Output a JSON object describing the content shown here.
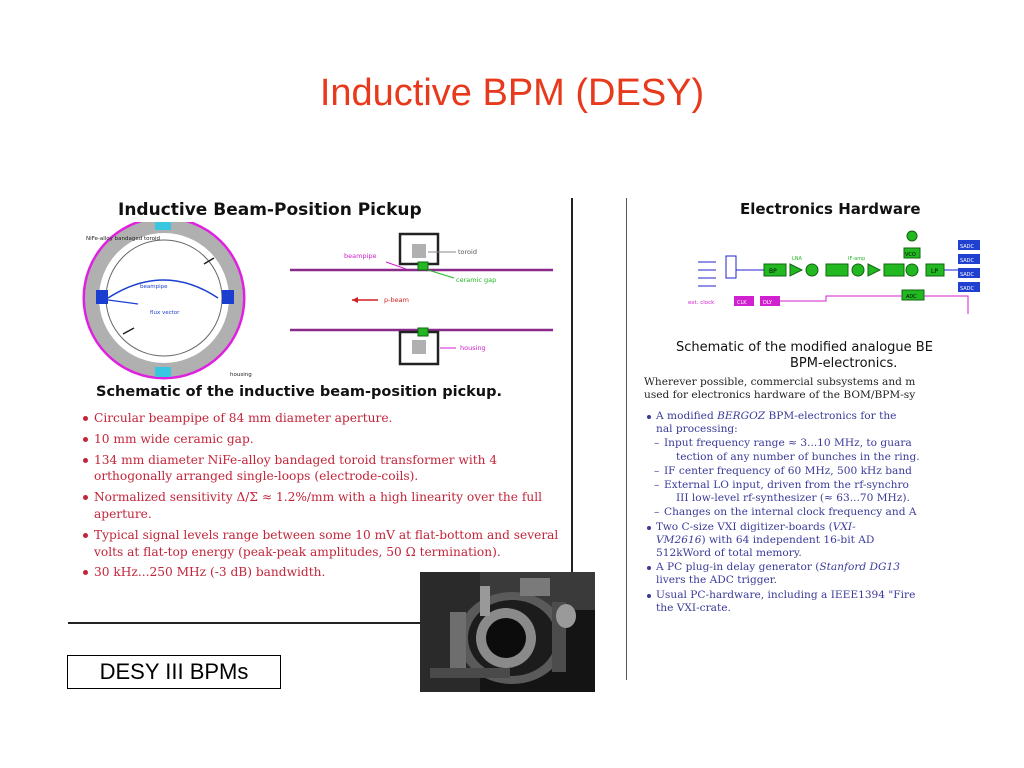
{
  "title": "Inductive BPM (DESY)",
  "label": "DESY III BPMs",
  "left": {
    "heading": "Inductive Beam-Position Pickup",
    "diagram": {
      "nife": "NiFe-alloy bandaged toroid",
      "beampipe_circle": "beampipe",
      "flux": "flux vector",
      "housing_small": "housing",
      "beampipe": "beampipe",
      "toroid": "toroid",
      "ceramic_gap": "ceramic gap",
      "p_beam": "p-beam",
      "housing": "housing"
    },
    "caption": "Schematic of the inductive beam-position pickup.",
    "bullets": [
      "Circular beampipe of 84 mm diameter aperture.",
      "10 mm wide ceramic gap.",
      "134 mm diameter NiFe-alloy bandaged toroid transformer with 4 orthogonally arranged single-loops (electrode-coils).",
      "Normalized sensitivity Δ/Σ ≈ 1.2%/mm with a high linearity over the full aperture.",
      "Typical signal levels range between some 10 mV at flat-bottom and several volts at flat-top energy (peak-peak amplitudes, 50 Ω termination).",
      "30 kHz...250 MHz (-3 dB) bandwidth."
    ]
  },
  "right": {
    "heading": "Electronics Hardware",
    "diagram": {
      "bp": "BP",
      "lna": "LNA",
      "ifamp": "IF-amp",
      "vco": "VCO",
      "lp": "LP",
      "adc_box": "ADC",
      "clk": "CLK",
      "dly": "DLY",
      "extclock": "ext. clock",
      "sadc": "SADC"
    },
    "caption_line1": "Schematic of the modified analogue BE",
    "caption_line2": "BPM-electronics.",
    "para_line1": "Wherever possible, commercial subsystems and m",
    "para_line2": "used for electronics hardware of the BOM/BPM-sy",
    "items": {
      "b1_line1_pre": "A modified ",
      "b1_line1_em": "BERGOZ",
      "b1_line1_post": " BPM-electronics for the",
      "b1_line2": "nal processing:",
      "s1_line1": "Input frequency range ≈ 3...10 MHz, to guara",
      "s1_line2": "tection of any number of bunches in the ring.",
      "s2": "IF center frequency of 60 MHz, 500 kHz band",
      "s3_line1": "External LO input, driven from the rf-synchro",
      "s3_line2": "III low-level rf-synthesizer (≈ 63...70 MHz).",
      "s4": "Changes on the internal clock frequency and A",
      "b2_line1_pre": "Two  C-size  VXI  digitizer-boards  (",
      "b2_line1_em": "VXI-",
      "b2_line2_em": "VM2616",
      "b2_line2_post": ")  with  64  independent  16-bit  AD",
      "b2_line3": "512kWord of total memory.",
      "b3_line1_pre": "A PC plug-in delay generator (",
      "b3_line1_em": "Stanford DG13",
      "b3_line2": "livers the ADC trigger.",
      "b4_line1": "Usual PC-hardware, including a IEEE1394 \"Fire",
      "b4_line2": "the VXI-crate."
    }
  }
}
